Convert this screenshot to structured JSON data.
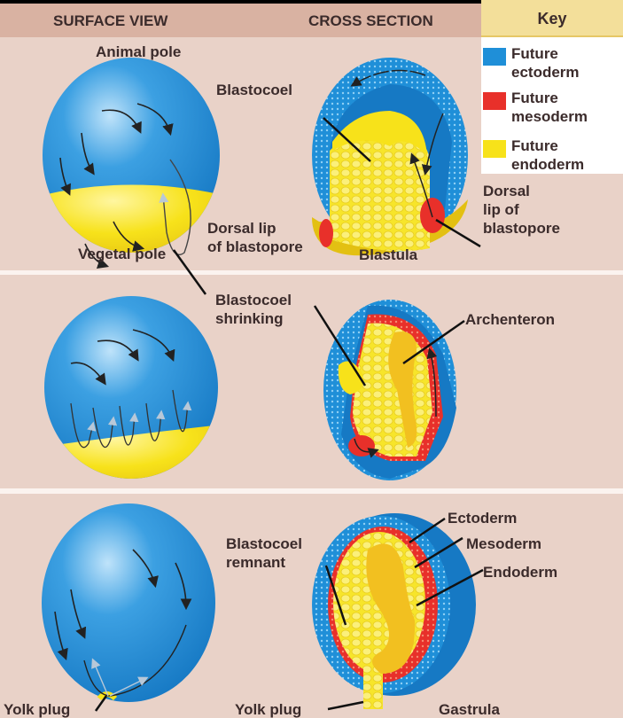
{
  "header": {
    "surface_view": "SURFACE VIEW",
    "cross_section": "CROSS SECTION"
  },
  "key": {
    "title": "Key",
    "items": [
      {
        "label_1": "Future",
        "label_2": "ectoderm",
        "color": "#1f8fd8"
      },
      {
        "label_1": "Future",
        "label_2": "mesoderm",
        "color": "#e8302a"
      },
      {
        "label_1": "Future",
        "label_2": "endoderm",
        "color": "#f7e21a"
      }
    ]
  },
  "panel1": {
    "animal_pole": "Animal pole",
    "vegetal_pole": "Vegetal pole",
    "dorsal_lip_1": "Dorsal lip",
    "dorsal_lip_2": "of blastopore",
    "blastocoel": "Blastocoel",
    "cs_dorsal_1": "Dorsal",
    "cs_dorsal_2": "lip of",
    "cs_dorsal_3": "blastopore",
    "stage": "Blastula"
  },
  "panel2": {
    "blastocoel_1": "Blastocoel",
    "blastocoel_2": "shrinking",
    "archenteron": "Archenteron"
  },
  "panel3": {
    "blastocoel_1": "Blastocoel",
    "blastocoel_2": "remnant",
    "ectoderm": "Ectoderm",
    "mesoderm": "Mesoderm",
    "endoderm": "Endoderm",
    "yolk_plug_surface": "Yolk plug",
    "yolk_plug_cross": "Yolk plug",
    "stage": "Gastrula"
  }
}
